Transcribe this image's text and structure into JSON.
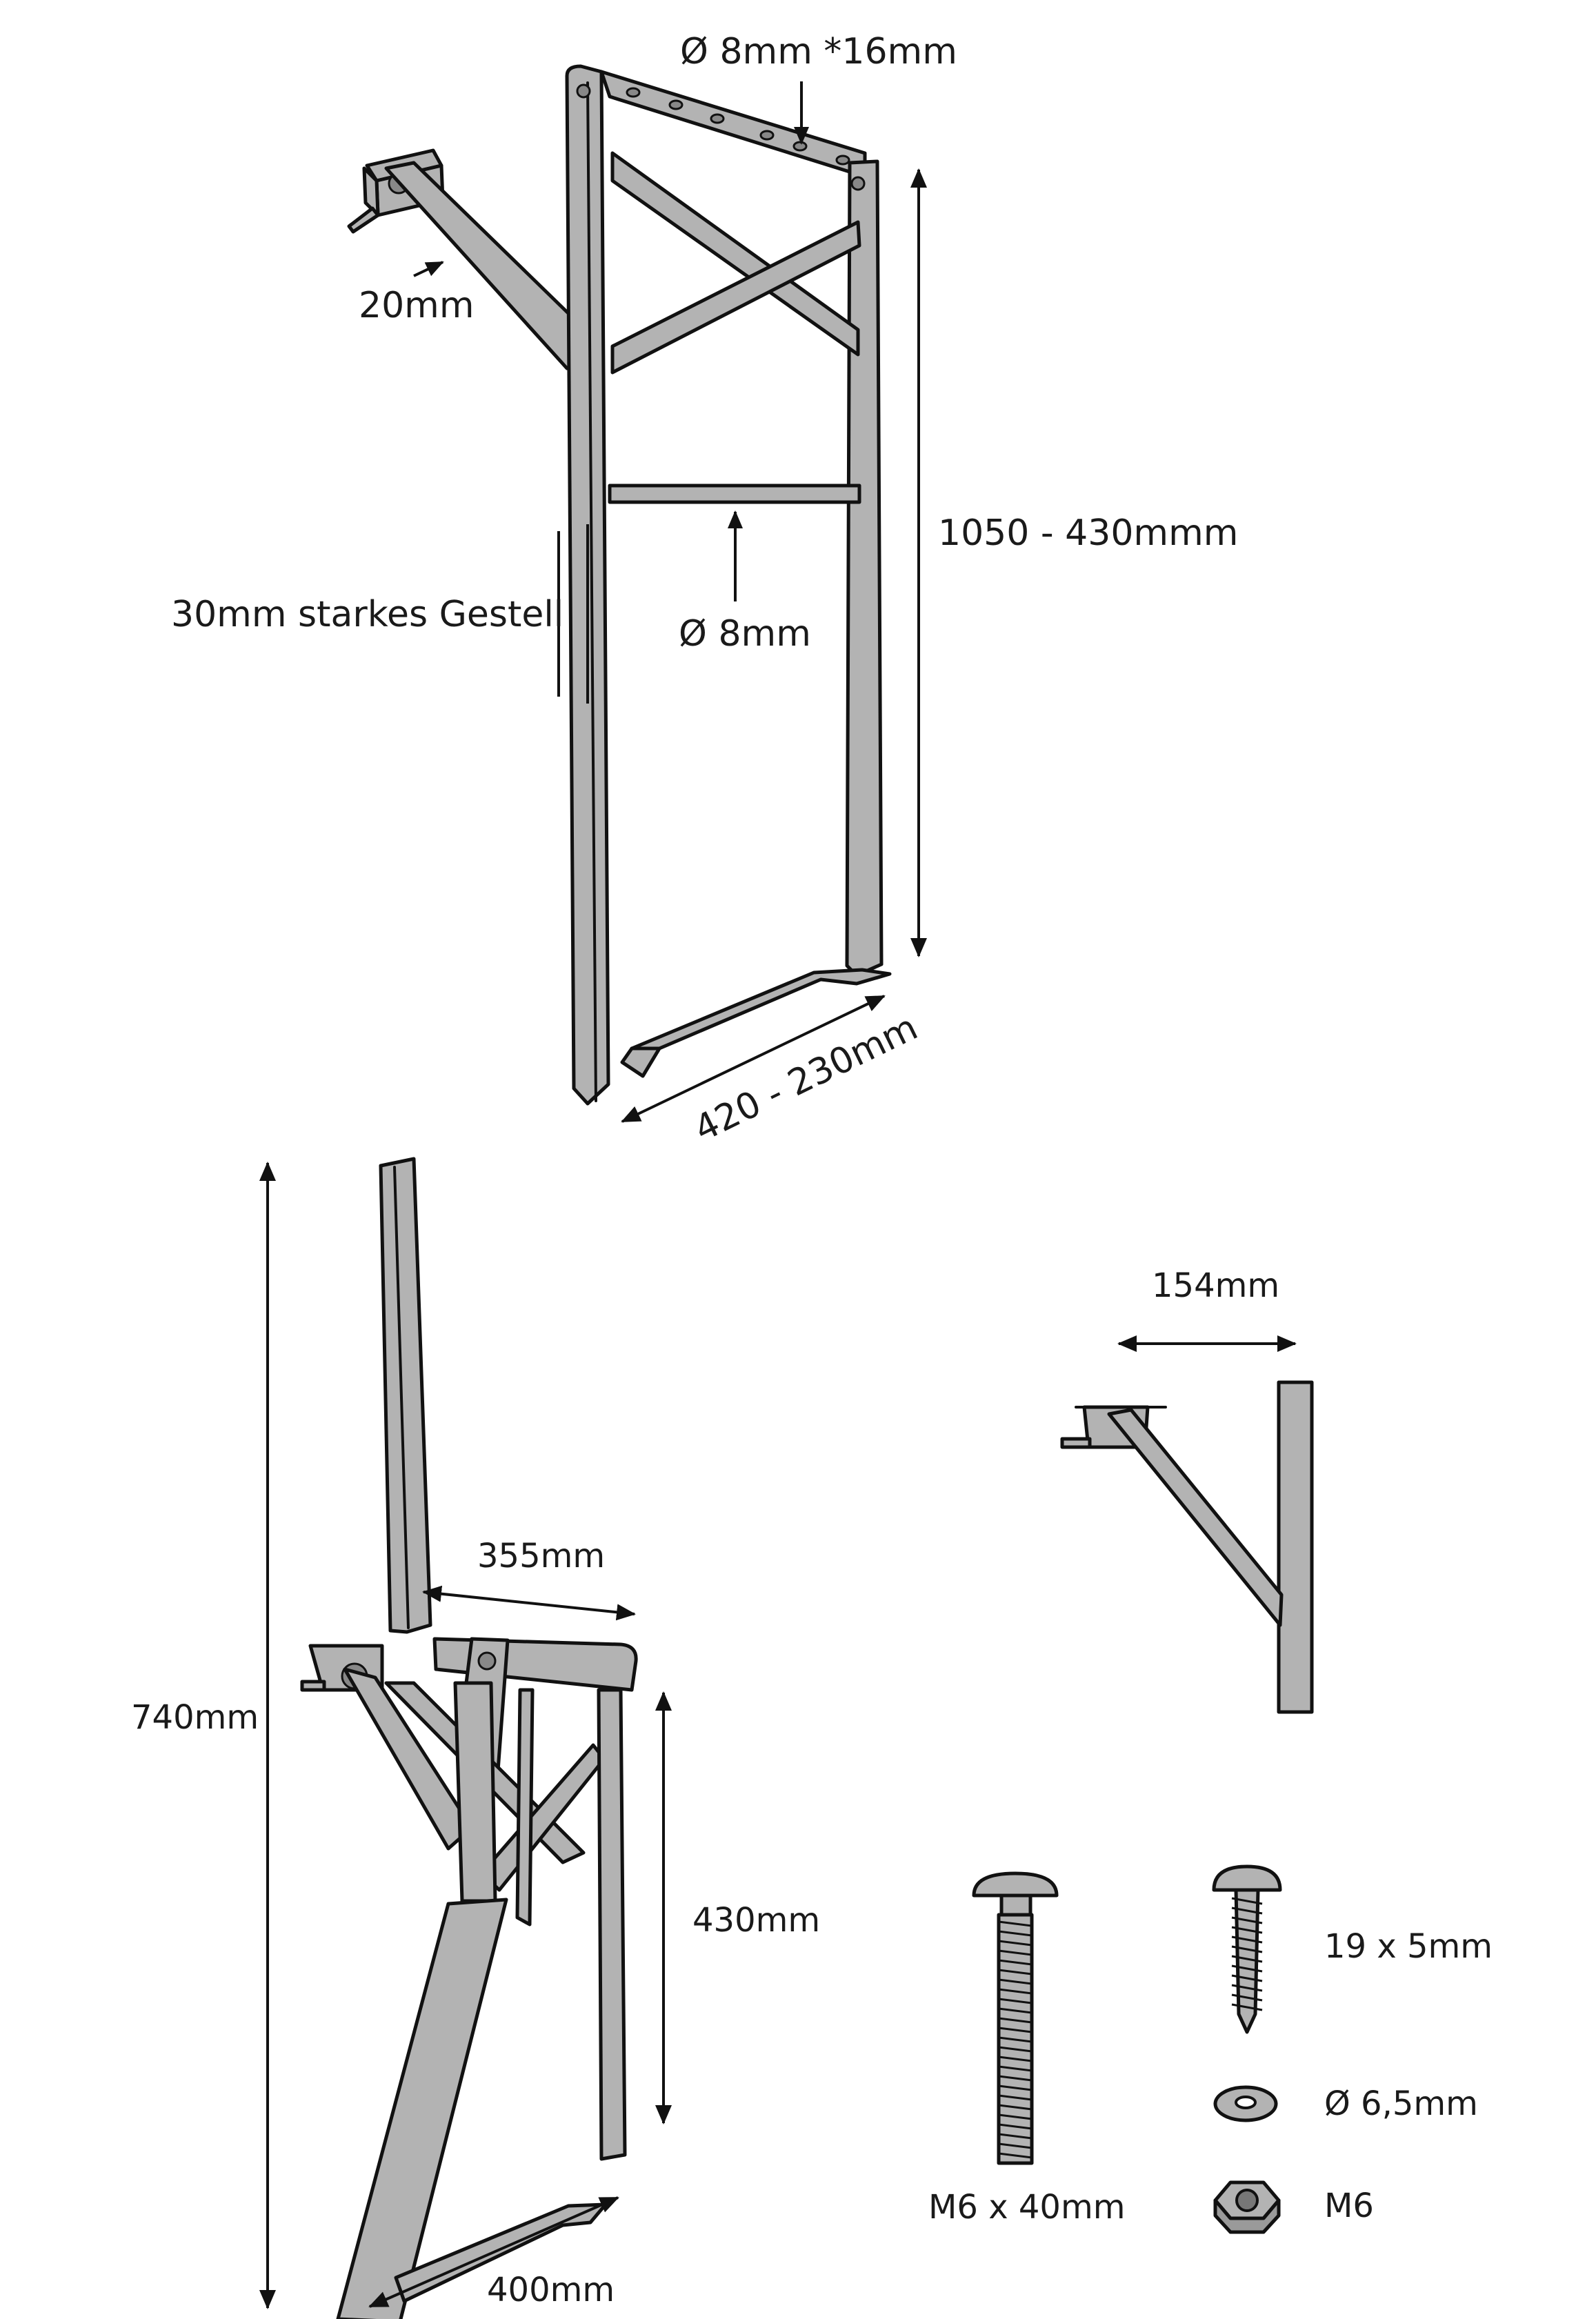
{
  "labels": {
    "top_hole": "Ø 8mm *16mm",
    "clamp_20": "20mm",
    "height_range": "1050 - 430mmm",
    "frame_thickness": "30mm starkes Gestell",
    "rod": "Ø 8mm",
    "width_range": "420 - 230mm",
    "total_height": "740mm",
    "seat_depth": "355mm",
    "leg_height": "430mm",
    "base_depth": "400mm",
    "bracket_width": "154mm",
    "bolt": "M6 x 40mm",
    "screw": "19 x 5mm",
    "washer": "Ø 6,5mm",
    "nut": "M6"
  },
  "colors": {
    "metal": "#b3b3b3",
    "outline": "#111111",
    "text": "#1a1a1a"
  }
}
